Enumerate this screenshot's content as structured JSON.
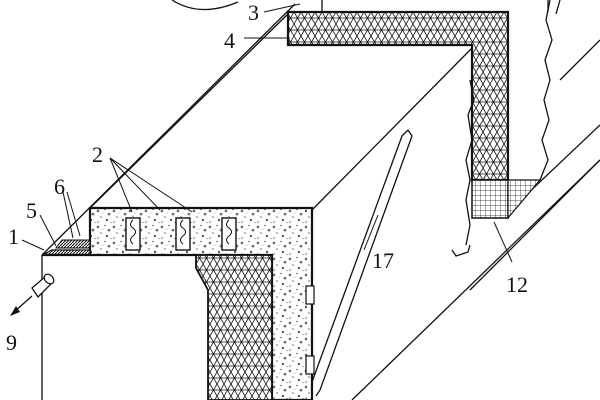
{
  "labels": {
    "l1": "1",
    "l2": "2",
    "l3": "3",
    "l4": "4",
    "l5": "5",
    "l6": "6",
    "l9": "9",
    "l12": "12",
    "l17": "17"
  }
}
